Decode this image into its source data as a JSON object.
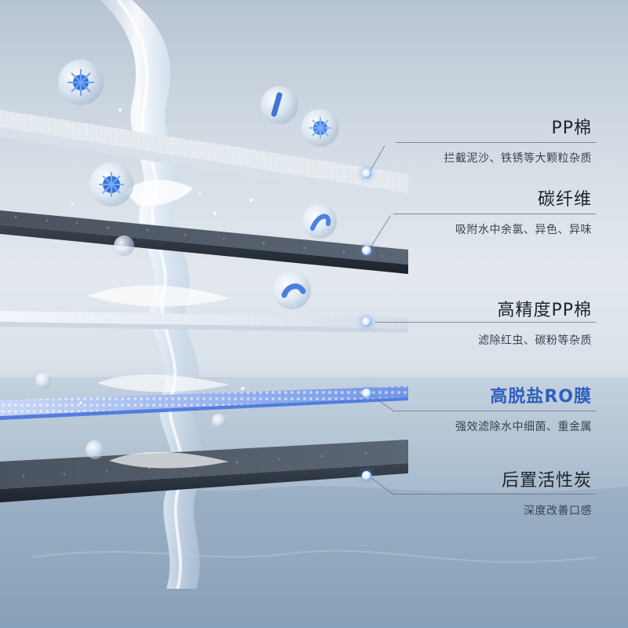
{
  "layers": [
    {
      "title": "PP棉",
      "description": "拦截泥沙、铁锈等大颗粒杂质",
      "highlight": false
    },
    {
      "title": "碳纤维",
      "description": "吸附水中余氯、异色、异味",
      "highlight": false
    },
    {
      "title": "高精度PP棉",
      "description": "滤除红虫、碳粉等杂质",
      "highlight": false
    },
    {
      "title": "高脱盐RO膜",
      "description": "强效滤除水中细菌、重金属",
      "highlight": true
    },
    {
      "title": "后置活性炭",
      "description": "深度改善口感",
      "highlight": false
    }
  ],
  "colors": {
    "title_default": "#1f2329",
    "title_highlight": "#2f5fbe",
    "description": "#3a434d",
    "callout_dot": "#4d85d7",
    "filter_layer_dark": "#2c3440",
    "filter_layer_light": "#eef2f7",
    "ro_membrane": "#5f86e6"
  },
  "icons": {
    "filter_stack_visual": "multi-layer-water-filter-illustration",
    "callout_marker": "glowing-blue-dot"
  }
}
